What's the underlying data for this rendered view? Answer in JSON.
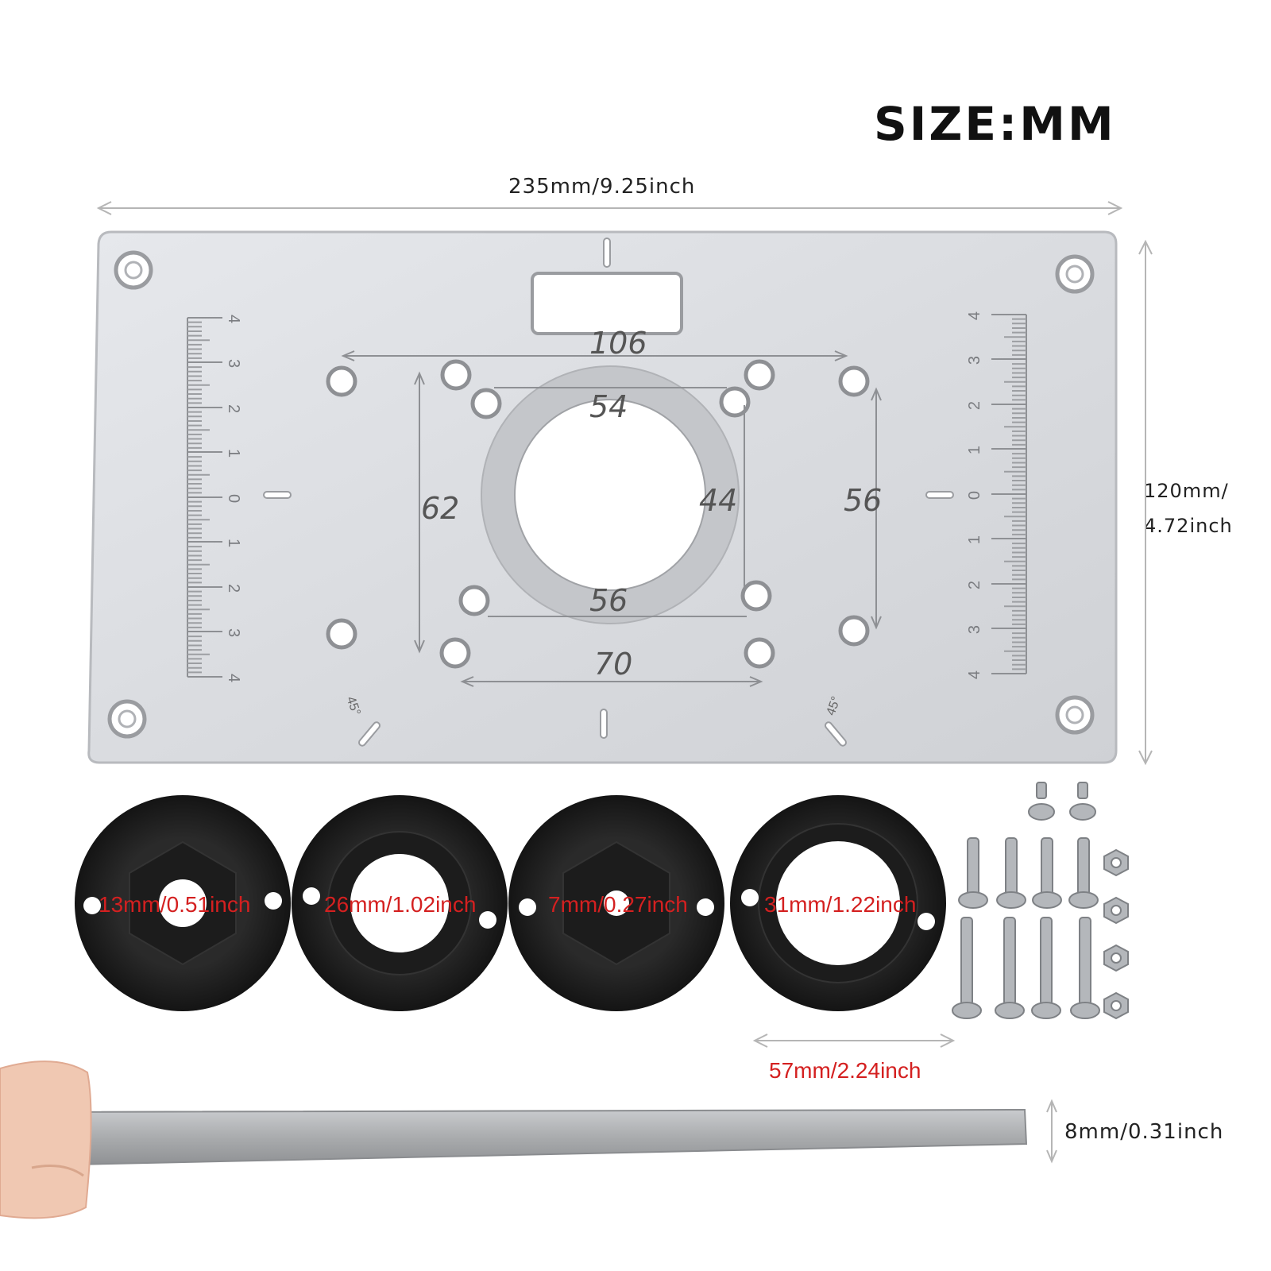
{
  "title": "SIZE:MM",
  "dimensions": {
    "width": "235mm/9.25inch",
    "height_line1": "120mm/",
    "height_line2": "4.72inch",
    "ring_outer": "57mm/2.24inch",
    "thickness": "8mm/0.31inch"
  },
  "plate_labels": {
    "d106": "106",
    "d54": "54",
    "d62": "62",
    "d44": "44",
    "d56_right": "56",
    "d56_bottom": "56",
    "d70": "70",
    "angle_left": "45°",
    "angle_right": "45°"
  },
  "scale_ticks": [
    "4",
    "3",
    "2",
    "1",
    "0",
    "1",
    "2",
    "3",
    "4"
  ],
  "rings": [
    {
      "label": "13mm/0.51inch",
      "hole_mm": 13
    },
    {
      "label": "26mm/1.02inch",
      "hole_mm": 26
    },
    {
      "label": "7mm/0.27inch",
      "hole_mm": 7
    },
    {
      "label": "31mm/1.22inch",
      "hole_mm": 31
    }
  ],
  "colors": {
    "plate": "#dcdee2",
    "ring": "#1f1f1f",
    "label_red": "#d42020",
    "dim_arrow": "#b0b0b0"
  }
}
